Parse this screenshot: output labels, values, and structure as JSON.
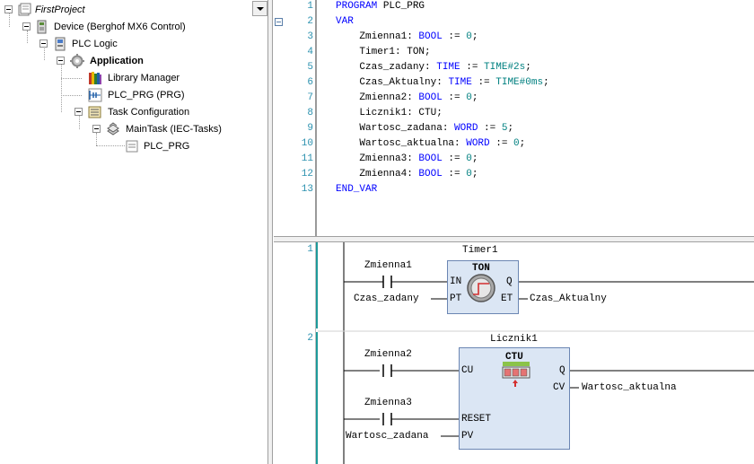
{
  "tree": {
    "project": "FirstProject",
    "device": "Device (Berghof MX6 Control)",
    "plc_logic": "PLC Logic",
    "application": "Application",
    "library_manager": "Library Manager",
    "plc_prg": "PLC_PRG (PRG)",
    "task_configuration": "Task Configuration",
    "maintask": "MainTask (IEC-Tasks)",
    "task_plc_prg": "PLC_PRG"
  },
  "declaration": {
    "lines": [
      {
        "no": "1",
        "indent": "",
        "parts": [
          [
            "kw",
            "PROGRAM"
          ],
          [
            "t",
            " PLC_PRG"
          ]
        ]
      },
      {
        "no": "2",
        "indent": "",
        "parts": [
          [
            "kw",
            "VAR"
          ]
        ]
      },
      {
        "no": "3",
        "indent": "    ",
        "parts": [
          [
            "t",
            "Zmienna1: "
          ],
          [
            "kw",
            "BOOL"
          ],
          [
            "t",
            " := "
          ],
          [
            "num",
            "0"
          ],
          [
            "t",
            ";"
          ]
        ]
      },
      {
        "no": "4",
        "indent": "    ",
        "parts": [
          [
            "t",
            "Timer1: TON;"
          ]
        ]
      },
      {
        "no": "5",
        "indent": "    ",
        "parts": [
          [
            "t",
            "Czas_zadany: "
          ],
          [
            "kw",
            "TIME"
          ],
          [
            "t",
            " := "
          ],
          [
            "num",
            "TIME#2s"
          ],
          [
            "t",
            ";"
          ]
        ]
      },
      {
        "no": "6",
        "indent": "    ",
        "parts": [
          [
            "t",
            "Czas_Aktualny: "
          ],
          [
            "kw",
            "TIME"
          ],
          [
            "t",
            " := "
          ],
          [
            "num",
            "TIME#0ms"
          ],
          [
            "t",
            ";"
          ]
        ]
      },
      {
        "no": "7",
        "indent": "    ",
        "parts": [
          [
            "t",
            "Zmienna2: "
          ],
          [
            "kw",
            "BOOL"
          ],
          [
            "t",
            " := "
          ],
          [
            "num",
            "0"
          ],
          [
            "t",
            ";"
          ]
        ]
      },
      {
        "no": "8",
        "indent": "    ",
        "parts": [
          [
            "t",
            "Licznik1: CTU;"
          ]
        ]
      },
      {
        "no": "9",
        "indent": "    ",
        "parts": [
          [
            "t",
            "Wartosc_zadana: "
          ],
          [
            "kw",
            "WORD"
          ],
          [
            "t",
            " := "
          ],
          [
            "num",
            "5"
          ],
          [
            "t",
            ";"
          ]
        ]
      },
      {
        "no": "10",
        "indent": "    ",
        "parts": [
          [
            "t",
            "Wartosc_aktualna: "
          ],
          [
            "kw",
            "WORD"
          ],
          [
            "t",
            " := "
          ],
          [
            "num",
            "0"
          ],
          [
            "t",
            ";"
          ]
        ]
      },
      {
        "no": "11",
        "indent": "    ",
        "parts": [
          [
            "t",
            "Zmienna3: "
          ],
          [
            "kw",
            "BOOL"
          ],
          [
            "t",
            " := "
          ],
          [
            "num",
            "0"
          ],
          [
            "t",
            ";"
          ]
        ]
      },
      {
        "no": "12",
        "indent": "    ",
        "parts": [
          [
            "t",
            "Zmienna4: "
          ],
          [
            "kw",
            "BOOL"
          ],
          [
            "t",
            " := "
          ],
          [
            "num",
            "0"
          ],
          [
            "t",
            ";"
          ]
        ]
      },
      {
        "no": "13",
        "indent": "",
        "parts": [
          [
            "kw",
            "END_VAR"
          ]
        ]
      }
    ]
  },
  "ladder": {
    "net1": {
      "number": "1",
      "contact": "Zmienna1",
      "instance": "Timer1",
      "type": "TON",
      "pin_in": "IN",
      "pin_pt": "PT",
      "pin_q": "Q",
      "pin_et": "ET",
      "pt_var": "Czas_zadany",
      "et_var": "Czas_Aktualny"
    },
    "net2": {
      "number": "2",
      "contact_cu": "Zmienna2",
      "contact_reset": "Zmienna3",
      "instance": "Licznik1",
      "type": "CTU",
      "pin_cu": "CU",
      "pin_reset": "RESET",
      "pin_pv": "PV",
      "pin_q": "Q",
      "pin_cv": "CV",
      "pv_var": "Wartosc_zadana",
      "cv_var": "Wartosc_aktualna"
    }
  },
  "colors": {
    "keyword": "#0000ff",
    "number": "#008080",
    "line_number": "#2b91af",
    "fb_fill": "#dbe6f4",
    "fb_border": "#6b86b3"
  }
}
